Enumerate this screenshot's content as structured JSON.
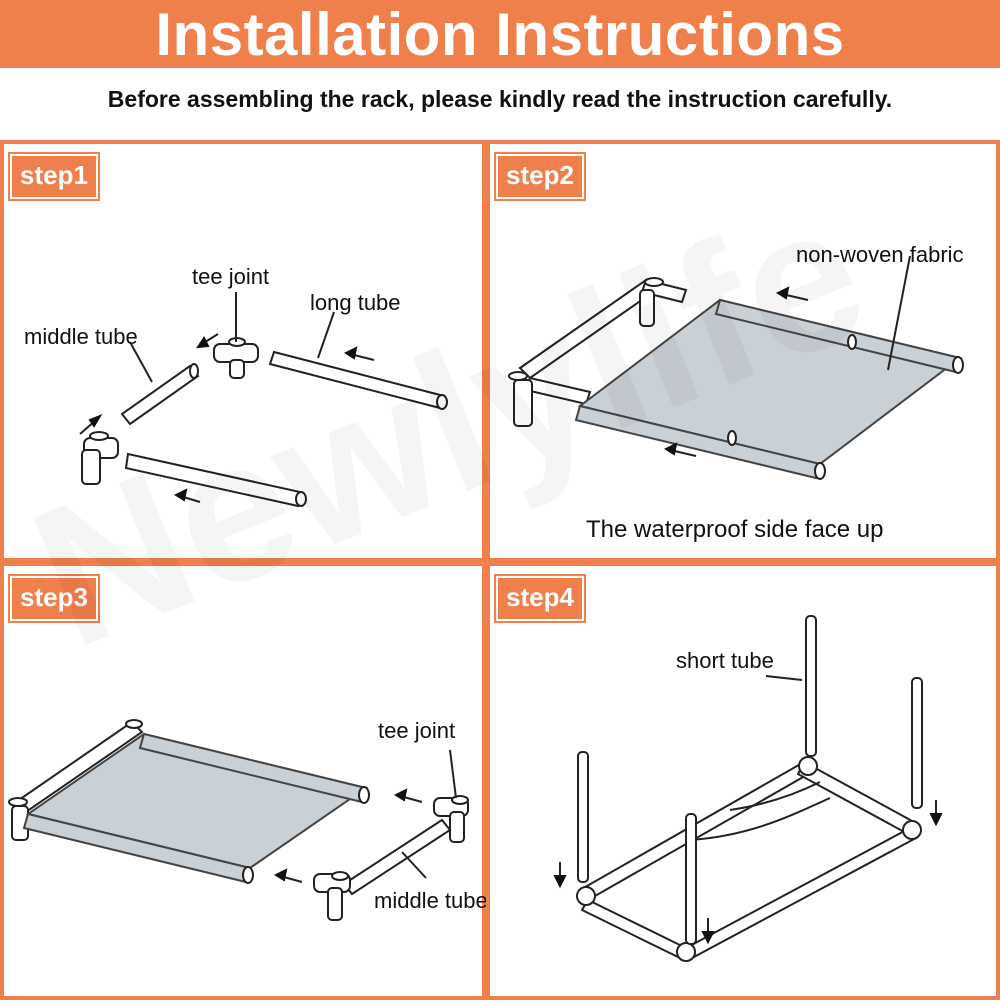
{
  "header": {
    "title": "Installation Instructions",
    "subtitle": "Before assembling the rack, please kindly read the instruction carefully."
  },
  "watermark": "Newlylife",
  "colors": {
    "accent": "#ef7f4b",
    "fabric": "#c9d0d6"
  },
  "steps": [
    {
      "label": "step1",
      "annotations": [
        "tee joint",
        "long tube",
        "middle tube"
      ]
    },
    {
      "label": "step2",
      "annotations": [
        "non-woven fabric"
      ],
      "caption": "The waterproof side face up"
    },
    {
      "label": "step3",
      "annotations": [
        "tee joint",
        "middle tube"
      ]
    },
    {
      "label": "step4",
      "annotations": [
        "short tube"
      ]
    }
  ]
}
